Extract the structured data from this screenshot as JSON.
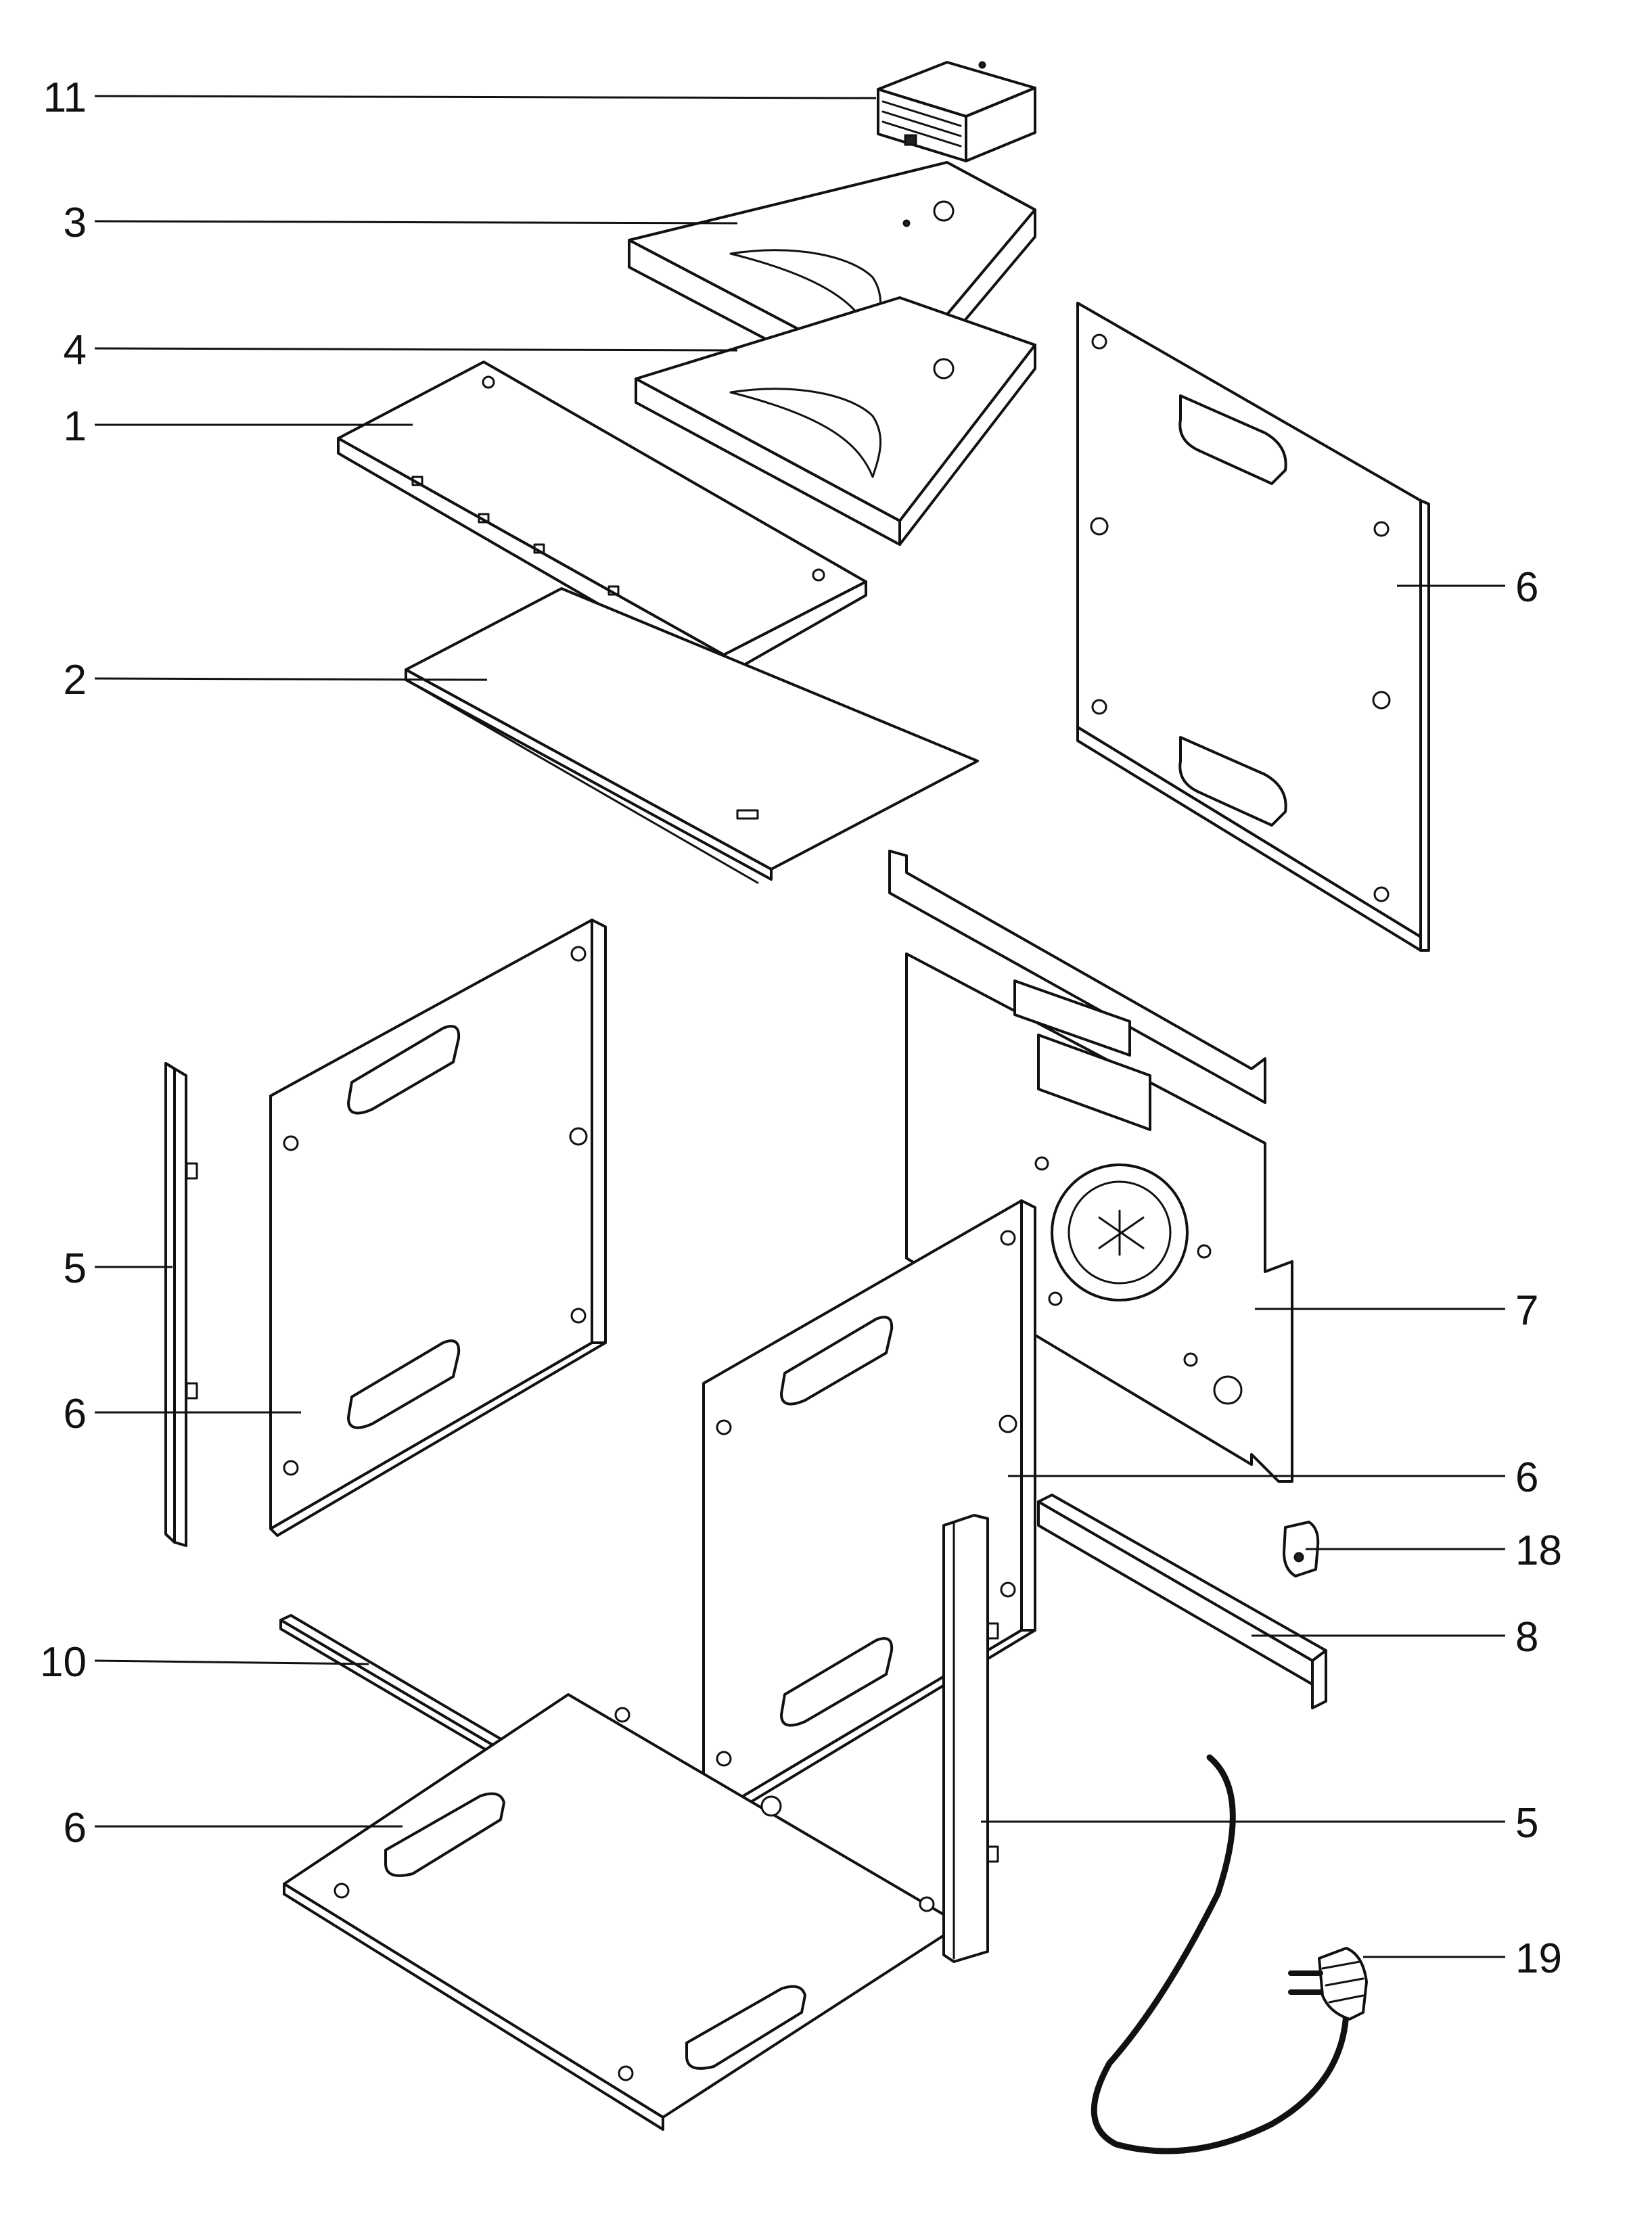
{
  "callouts": [
    {
      "id": "c-11-left",
      "label": "11"
    },
    {
      "id": "c-3-left",
      "label": "3"
    },
    {
      "id": "c-4-left",
      "label": "4"
    },
    {
      "id": "c-1-left",
      "label": "1"
    },
    {
      "id": "c-2-left",
      "label": "2"
    },
    {
      "id": "c-6-top-right",
      "label": "6"
    },
    {
      "id": "c-5-left",
      "label": "5"
    },
    {
      "id": "c-6-mid-left",
      "label": "6"
    },
    {
      "id": "c-7-right",
      "label": "7"
    },
    {
      "id": "c-6-mid-right",
      "label": "6"
    },
    {
      "id": "c-18-right",
      "label": "18"
    },
    {
      "id": "c-8-right",
      "label": "8"
    },
    {
      "id": "c-10-left",
      "label": "10"
    },
    {
      "id": "c-6-bottom-left",
      "label": "6"
    },
    {
      "id": "c-5-right",
      "label": "5"
    },
    {
      "id": "c-19-right",
      "label": "19"
    }
  ],
  "colors": {
    "line": "#111111",
    "background": "#ffffff",
    "fill_dark": "#222222"
  }
}
